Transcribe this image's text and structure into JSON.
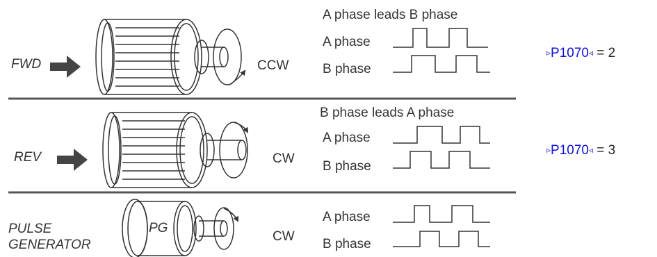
{
  "rows": [
    {
      "direction": "FWD",
      "rotation": "CCW",
      "header": "A phase leads B phase",
      "phase_a": "A phase",
      "phase_b": "B phase",
      "param": "P1070",
      "param_eq": " = 2"
    },
    {
      "direction": "REV",
      "rotation": "CW",
      "header": "B phase leads A phase",
      "phase_a": "A phase",
      "phase_b": "B phase",
      "param": "P1070",
      "param_eq": " = 3"
    },
    {
      "direction_line1": "PULSE",
      "direction_line2": "GENERATOR",
      "device": "PG",
      "rotation": "CW",
      "phase_a": "A phase",
      "phase_b": "B phase"
    }
  ],
  "markers": {
    "left": "▹",
    "right": "◃"
  },
  "colors": {
    "param": "#1010d8",
    "stroke": "#333333",
    "arrow": "#444444"
  }
}
